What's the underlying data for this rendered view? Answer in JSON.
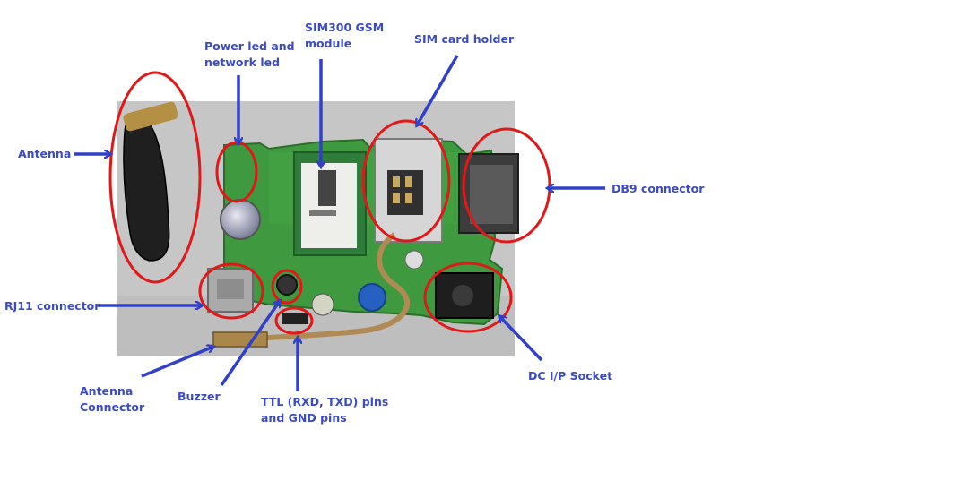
{
  "colors": {
    "label": "#3b4bc4",
    "arrow": "#3140c8",
    "circle": "#e01818",
    "pcb": "#3f9a3f",
    "photo_bg": "#c9c9c9"
  },
  "labels": {
    "antenna": "Antenna",
    "power_led": [
      "Power led and",
      "network led"
    ],
    "sim300": [
      "SIM300 GSM",
      "module"
    ],
    "sim_holder": "SIM card holder",
    "db9": "DB9 connector",
    "rj11": "RJ11 connector",
    "antenna_connector": [
      "Antenna",
      "Connector"
    ],
    "buzzer": "Buzzer",
    "ttl": [
      "TTL (RXD, TXD) pins",
      "and GND pins"
    ],
    "dc_socket": "DC I/P Socket"
  }
}
